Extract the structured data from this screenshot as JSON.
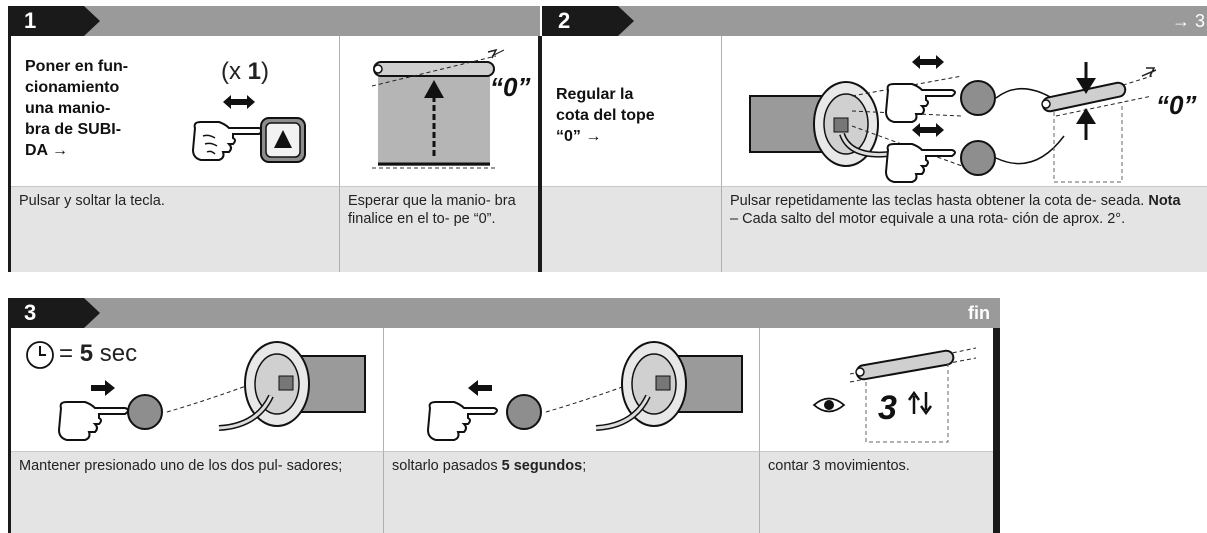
{
  "step1": {
    "number": "1",
    "title_lines": [
      "Poner en fun-",
      "cionamiento",
      "una manio-",
      "bra de SUBI-",
      "DA →"
    ],
    "count_prefix": "(x ",
    "count_value": "1",
    "count_suffix": ")",
    "zero_label": "“0”",
    "caption_left": "Pulsar y soltar la tecla.",
    "caption_right": "Esperar que la manio- bra finalice en el to- pe “0”."
  },
  "step2": {
    "number": "2",
    "next_label": "→ 3",
    "title_lines": [
      "Regular la",
      "cota del tope",
      "“0” →"
    ],
    "zero_label": "“0”",
    "caption_prefix": "Pulsar repetidamente las teclas hasta obtener la cota de- seada. ",
    "caption_note_label": "Nota",
    "caption_suffix": " – Cada salto del motor equivale a una rota- ción de aprox. 2°."
  },
  "step3": {
    "number": "3",
    "end_label": "fin",
    "timer_eq": "= ",
    "timer_value": "5",
    "timer_unit": " sec",
    "counter_label": "3",
    "caption_1": "Mantener presionado uno de los dos pul- sadores;",
    "caption_2_prefix": "soltarlo pasados ",
    "caption_2_bold": "5 segundos",
    "caption_2_suffix": ";",
    "caption_3": "contar 3 movimientos."
  },
  "icons": [
    "hand-press-icon",
    "up-arrow-button-icon",
    "double-arrow-icon",
    "roller-blind-icon",
    "tubular-motor-icon",
    "round-button-icon",
    "clock-icon",
    "eye-icon",
    "up-down-arrows-icon"
  ]
}
